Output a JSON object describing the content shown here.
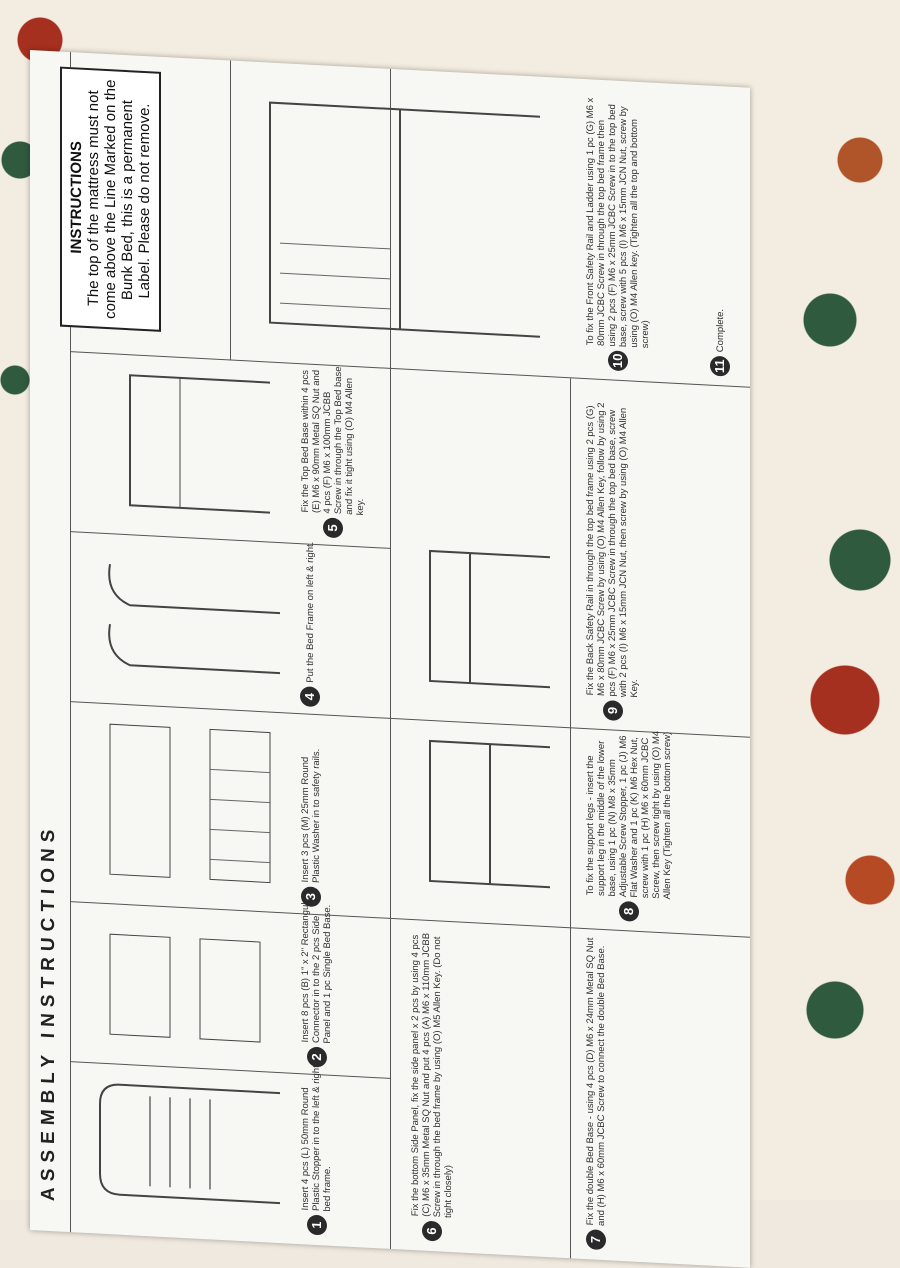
{
  "sheet": {
    "title": "ASSEMBLY INSTRUCTIONS",
    "steps": [
      {
        "num": "1",
        "text": "Insert 4 pcs (L) 50mm Round Plastic Stopper in to the left & right bed frame."
      },
      {
        "num": "2",
        "text": "Insert 8 pcs (B) 1\" x 2\" Rectangular Connector in to the 2 pcs Side Panel and 1 pc Single Bed Base."
      },
      {
        "num": "3",
        "text": "Insert 3 pcs (M) 25mm Round Plastic Washer in to safety rails."
      },
      {
        "num": "4",
        "text": "Put the Bed Frame on left & right."
      },
      {
        "num": "5",
        "text": "Fix the Top Bed Base within 4 pcs (E) M6 x 90mm Metal SQ Nut and 4 pcs (F) M6 x 100mm JCBB Screw in through the Top Bed base and fix it tight using (O) M4 Allen key."
      },
      {
        "num": "6",
        "text": "Fix the bottom Side Panel, fix the side panel x 2 pcs by using 4 pcs (C) M6 x 35mm Metal SQ Nut and put 4 pcs (A) M6 x 110mm JCBB Screw in through the bed frame by using (O) M5 Allen Key. (Do not tight closely)"
      },
      {
        "num": "7",
        "text": "Fix the double Bed Base - using 4 pcs (D) M6 x 24mm Metal SQ Nut and (H) M6 x 60mm JCBC Screw to connect the double Bed Base."
      },
      {
        "num": "8",
        "text": "To fix the support legs - insert the support leg in the middle of the lower base, using 1 pc (N) M8 x 35mm Adjustable Screw Stopper, 1 pc (J) M6 Flat Washer and 1 pc (K) M6 Hex Nut, screw with 1 pc (H) M6 x 60mm JCBC Screw, then screw tight by using (O) M4 Allen Key (Tighten all the bottom screw)"
      },
      {
        "num": "9",
        "text": "Fix the Back Safety Rail in through the top bed frame using 2 pcs (G) M6 x 80mm JCBC Screw by using (O) M4 Allen Key, follow by using 2 pcs (F) M6 x 25mm JCBC Screw in through the top bed base, screw with 2 pcs (I) M6 x 15mm JCN Nut, then screw by using (O) M4 Allen Key."
      },
      {
        "num": "10",
        "text": "To fix the Front Safety Rail and Ladder using 1 pc (G) M6 x 80mm JCBC Screw in through the top bed frame then using 2 pcs (F) M6 x 25mm JCBC Screw in to the top bed base, screw with 5 pcs (I) M6 x 15mm JCN Nut, screw by using (O) M4 Allen key. (Tighten all the top and bottom screw)"
      },
      {
        "num": "11",
        "text": "Complete."
      }
    ],
    "notice": {
      "heading": "INSTRUCTIONS",
      "body": "The top of the mattress must not come above the Line Marked on the Bunk Bed, this is a permanent Label. Please do not remove."
    }
  },
  "icons": {
    "fabric": "floral-fabric-background",
    "arrow": "curved-arrow-icon"
  }
}
